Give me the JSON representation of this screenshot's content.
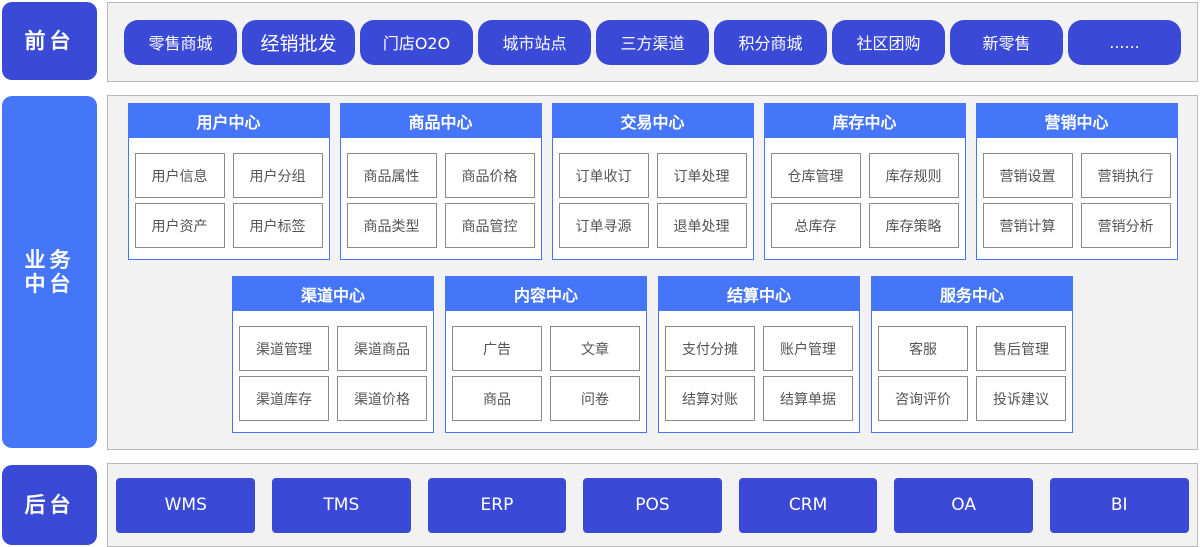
{
  "front": {
    "label": "前台",
    "items": [
      "零售商城",
      "经销批发",
      "门店O2O",
      "城市站点",
      "三方渠道",
      "积分商城",
      "社区团购",
      "新零售",
      "......"
    ]
  },
  "middle": {
    "label_line1": "业务",
    "label_line2": "中台",
    "row1": [
      {
        "title": "用户中心",
        "items": [
          "用户信息",
          "用户分组",
          "用户资产",
          "用户标签"
        ]
      },
      {
        "title": "商品中心",
        "items": [
          "商品属性",
          "商品价格",
          "商品类型",
          "商品管控"
        ]
      },
      {
        "title": "交易中心",
        "items": [
          "订单收订",
          "订单处理",
          "订单寻源",
          "退单处理"
        ]
      },
      {
        "title": "库存中心",
        "items": [
          "仓库管理",
          "库存规则",
          "总库存",
          "库存策略"
        ]
      },
      {
        "title": "营销中心",
        "items": [
          "营销设置",
          "营销执行",
          "营销计算",
          "营销分析"
        ]
      }
    ],
    "row2": [
      {
        "title": "渠道中心",
        "items": [
          "渠道管理",
          "渠道商品",
          "渠道库存",
          "渠道价格"
        ]
      },
      {
        "title": "内容中心",
        "items": [
          "广告",
          "文章",
          "商品",
          "问卷"
        ]
      },
      {
        "title": "结算中心",
        "items": [
          "支付分摊",
          "账户管理",
          "结算对账",
          "结算单据"
        ]
      },
      {
        "title": "服务中心",
        "items": [
          "客服",
          "售后管理",
          "咨询评价",
          "投诉建议"
        ]
      }
    ]
  },
  "back": {
    "label": "后台",
    "items": [
      "WMS",
      "TMS",
      "ERP",
      "POS",
      "CRM",
      "OA",
      "BI"
    ]
  }
}
